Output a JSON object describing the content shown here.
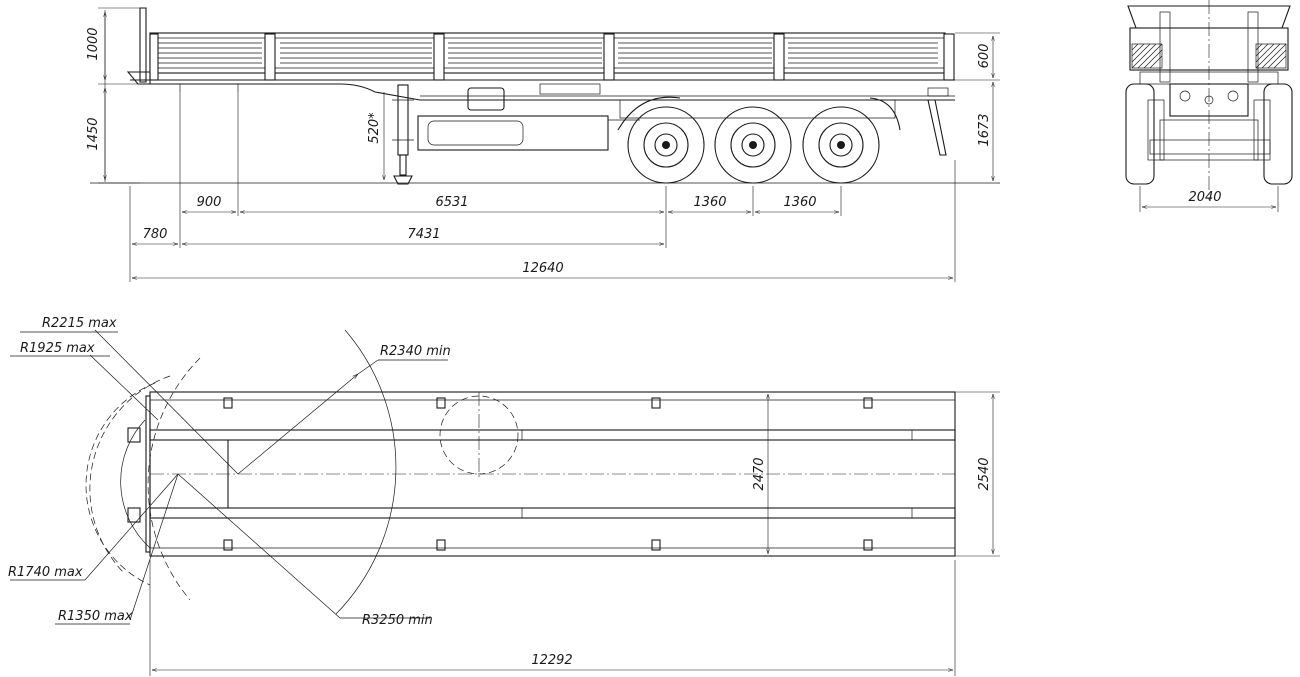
{
  "drawing": {
    "side_view": {
      "dims": {
        "h_board": "1000",
        "h_deck": "1450",
        "h_board_side": "600",
        "h_top": "1673",
        "kingpin_offset": "520*",
        "d_900": "900",
        "d_6531": "6531",
        "d_1360a": "1360",
        "d_1360b": "1360",
        "d_780": "780",
        "d_7431": "7431",
        "d_total": "12640"
      }
    },
    "rear_view": {
      "dims": {
        "track": "2040"
      }
    },
    "plan_view": {
      "dims": {
        "r_2215": "R2215 max",
        "r_1925": "R1925 max",
        "r_2340": "R2340 min",
        "r_1740": "R1740 max",
        "r_1350": "R1350  max",
        "r_3250": "R3250 min",
        "inner_width": "2470",
        "outer_width": "2540",
        "length": "12292"
      }
    }
  }
}
